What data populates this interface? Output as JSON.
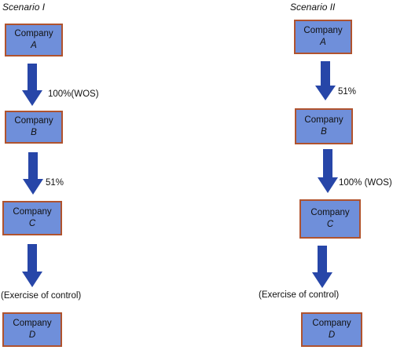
{
  "scenarios": [
    {
      "title": "Scenario I",
      "companies": [
        {
          "name": "Company",
          "letter": "A"
        },
        {
          "name": "Company",
          "letter": "B"
        },
        {
          "name": "Company",
          "letter": "C"
        },
        {
          "name": "Company",
          "letter": "D"
        }
      ],
      "arrow_labels": [
        "100%(WOS)",
        "51%",
        "(Exercise of control)"
      ]
    },
    {
      "title": "Scenario II",
      "companies": [
        {
          "name": "Company",
          "letter": "A"
        },
        {
          "name": "Company",
          "letter": "B"
        },
        {
          "name": "Company",
          "letter": "C"
        },
        {
          "name": "Company",
          "letter": "D"
        }
      ],
      "arrow_labels": [
        "51%",
        "100% (WOS)",
        "(Exercise of control)"
      ]
    }
  ],
  "colors": {
    "box_fill": "#6f8fda",
    "box_border": "#b0532e",
    "arrow": "#2746a8"
  }
}
